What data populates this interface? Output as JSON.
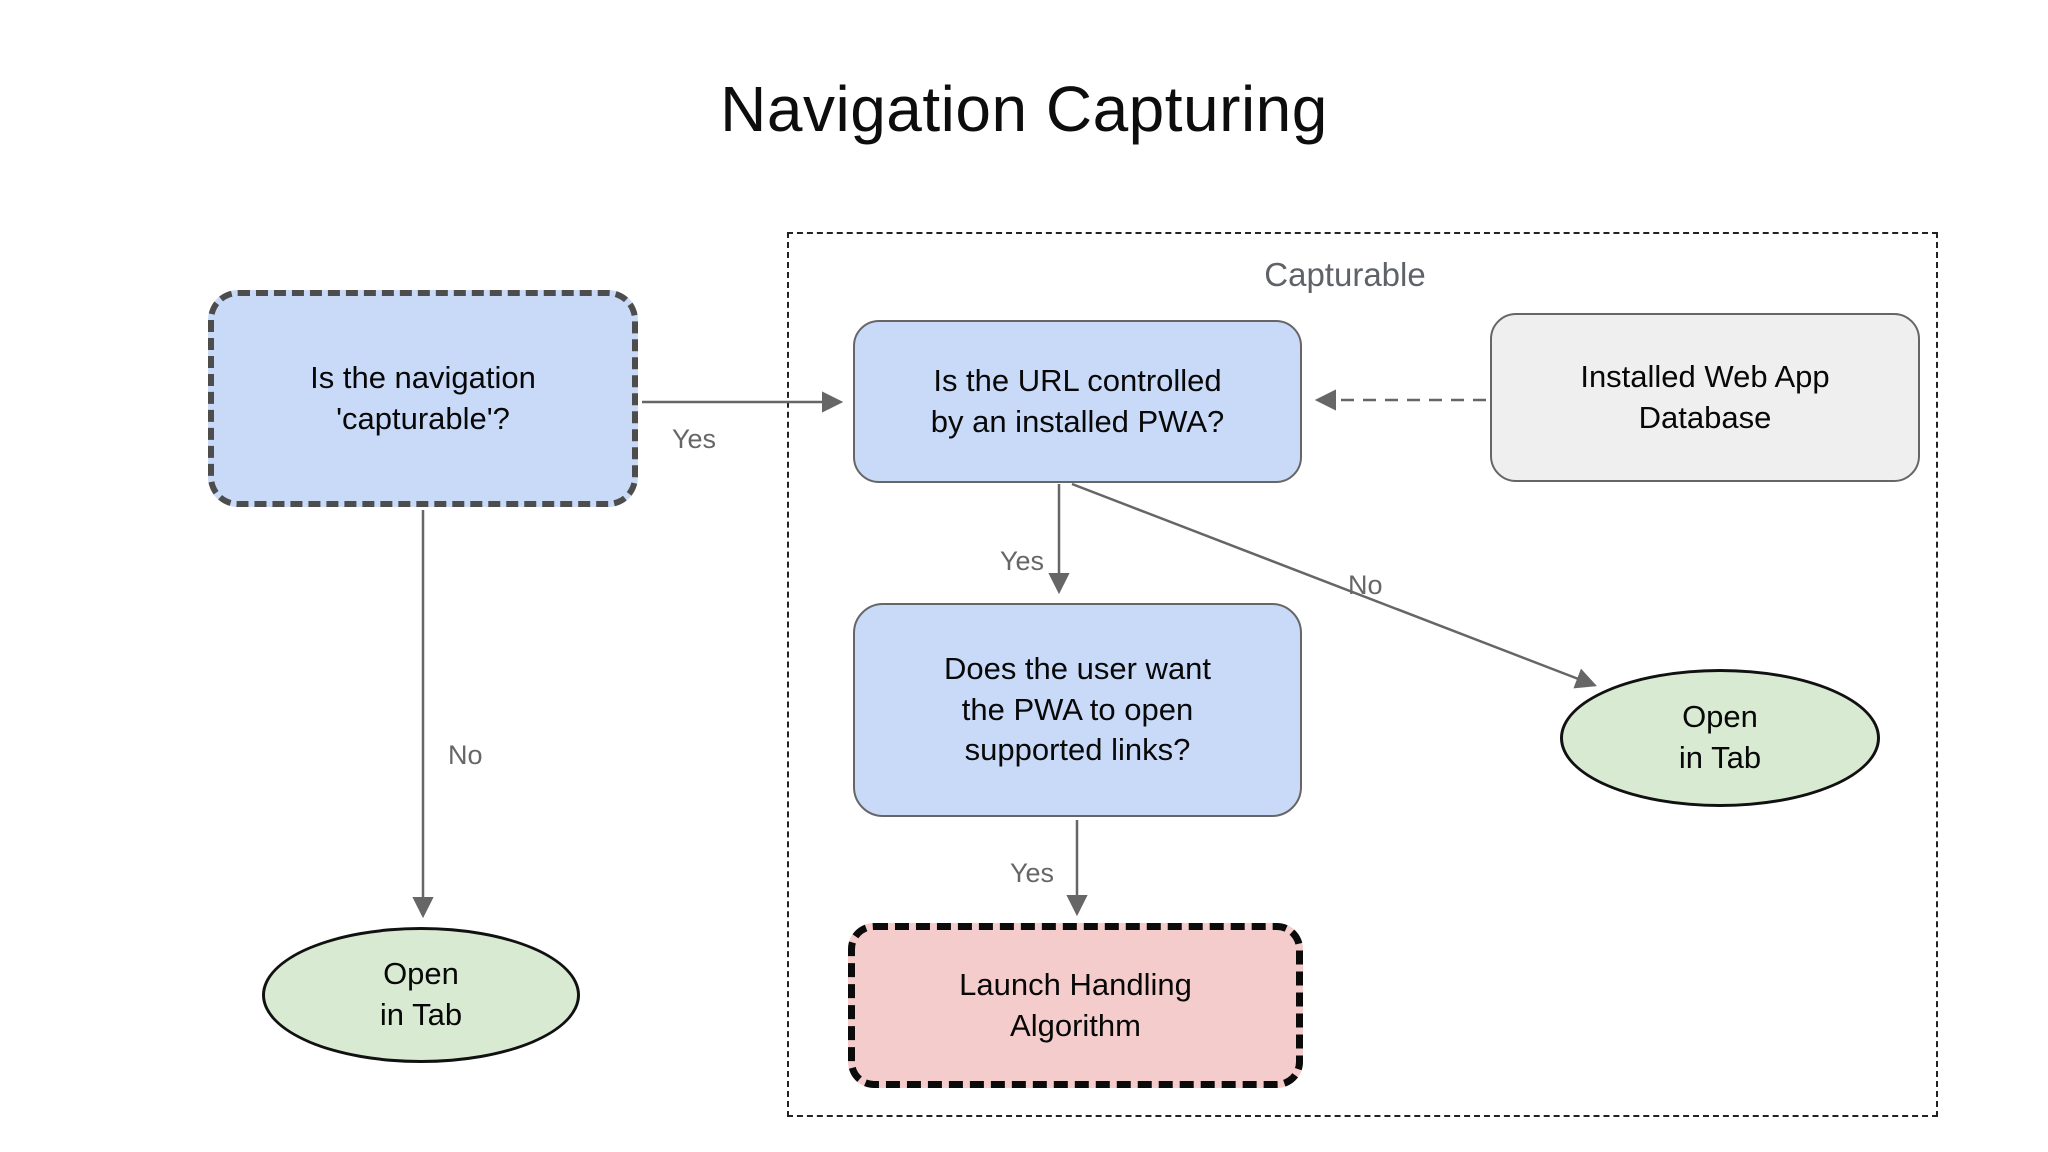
{
  "title": "Navigation Capturing",
  "colors": {
    "node_blue": "#c9daf8",
    "node_green": "#d9ead3",
    "node_pink": "#f4cccc",
    "node_gray": "#efefef",
    "edge_gray": "#666666",
    "label_gray": "#5f6368",
    "text_black": "#000000",
    "background": "#ffffff"
  },
  "container": {
    "label": "Capturable"
  },
  "nodes": {
    "capturable_question": {
      "label": "Is the navigation\n'capturable'?"
    },
    "url_question": {
      "label": "Is the URL controlled\nby an installed PWA?"
    },
    "database": {
      "label": "Installed Web App\nDatabase"
    },
    "user_question": {
      "label": "Does the user want\nthe PWA to open\nsupported links?"
    },
    "launch_algorithm": {
      "label": "Launch Handling\nAlgorithm"
    },
    "open_in_tab_left": {
      "label": "Open\nin Tab"
    },
    "open_in_tab_right": {
      "label": "Open\nin Tab"
    }
  },
  "edge_labels": {
    "yes_capturable": "Yes",
    "no_capturable": "No",
    "yes_url": "Yes",
    "no_url": "No",
    "yes_user": "Yes"
  }
}
